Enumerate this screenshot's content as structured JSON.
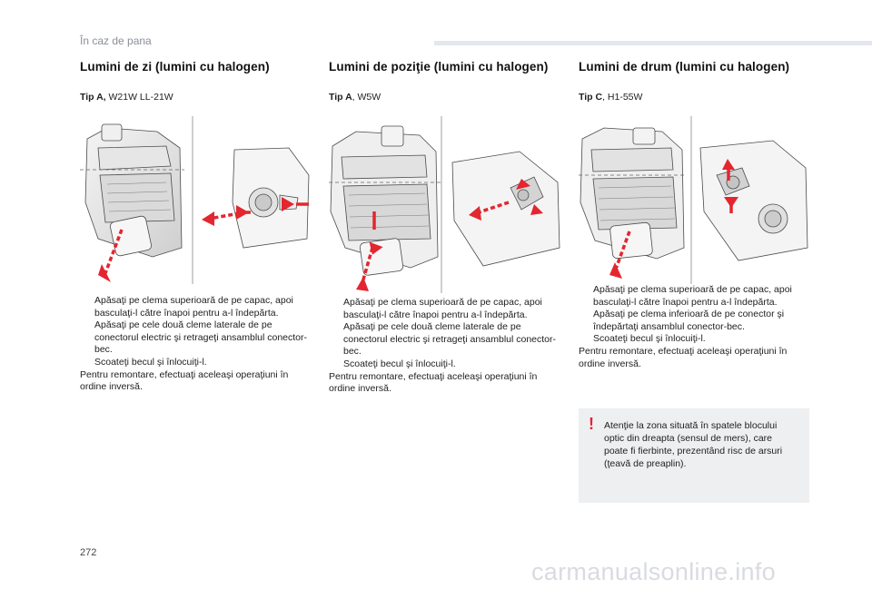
{
  "header": {
    "section": "În caz de pana"
  },
  "columns": [
    {
      "title": "Lumini de zi (lumini cu halogen)",
      "type_label": "Tip A,",
      "type_value": " W21W LL-21W",
      "steps": [
        "Apăsaţi pe clema superioară de pe capac, apoi basculaţi-l către înapoi pentru a-l îndepărta.",
        "Apăsaţi pe cele două cleme laterale de pe conectorul electric şi retrageţi ansamblul conector-bec.",
        "Scoateţi becul şi înlocuiţi-l."
      ],
      "outro": "Pentru remontare, efectuaţi aceleaşi operaţiuni în ordine inversă."
    },
    {
      "title": "Lumini de poziţie (lumini cu halogen)",
      "type_label": "Tip A",
      "type_value": ", W5W",
      "steps": [
        "Apăsaţi pe clema superioară de pe capac, apoi basculaţi-l către înapoi pentru a-l îndepărta.",
        "Apăsaţi pe cele două cleme laterale de pe conectorul electric şi retrageţi ansamblul conector-bec.",
        "Scoateţi becul şi înlocuiţi-l."
      ],
      "outro": "Pentru remontare, efectuaţi aceleaşi operaţiuni în ordine inversă."
    },
    {
      "title": "Lumini de drum (lumini cu halogen)",
      "type_label": "Tip C",
      "type_value": ", H1-55W",
      "steps": [
        "Apăsaţi pe clema superioară de pe capac, apoi basculaţi-l către înapoi pentru a-l îndepărta.",
        "Apăsaţi pe clema inferioară de pe conector şi îndepărtaţi ansamblul conector-bec.",
        "Scoateţi becul şi înlocuiţi-l."
      ],
      "outro": "Pentru remontare, efectuaţi aceleaşi operaţiuni în ordine inversă."
    }
  ],
  "bullet_symbol": "",
  "warning": {
    "icon": "!",
    "text": "Atenţie la zona situată în spatele blocului optic din dreapta (sensul de mers), care poate fi fierbinte, prezentând risc de arsuri (ţeavă de preaplin)."
  },
  "page_number": "272",
  "watermark": "carmanualsonline.info",
  "colors": {
    "arrow": "#e3262f",
    "line": "#555555",
    "header_bar": "#e4e7ee",
    "warning_bg": "#eeeff1"
  }
}
